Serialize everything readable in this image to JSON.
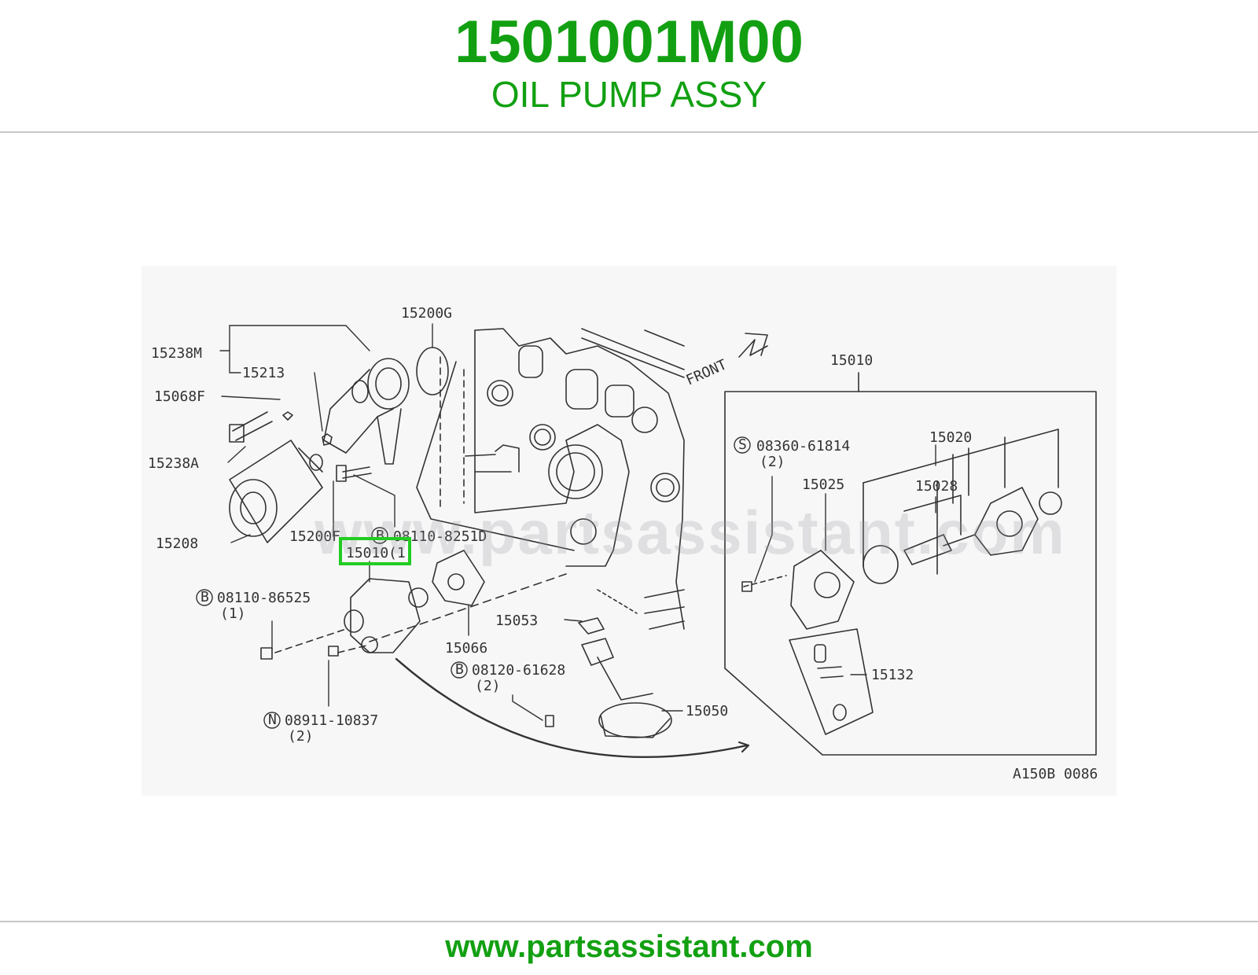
{
  "header": {
    "part_number": "1501001M00",
    "part_name": "OIL PUMP ASSY"
  },
  "diagram": {
    "watermark": "www.partsassistant.com",
    "direction_label": "FRONT",
    "drawing_code": "A150B 0086",
    "highlighted_callout": "15010",
    "callouts": {
      "c15200G": "15200G",
      "c15238M": "15238M",
      "c15213": "15213",
      "c15068F": "15068F",
      "c15238A": "15238A",
      "c15208": "15208",
      "c15200F": "15200F",
      "cB08110_8251D": "08110-8251D",
      "c15010_1": "15010",
      "c15010_1_qty": "(1)",
      "cB08110_86525": "08110-86525",
      "cB08110_86525_qty": "(1)",
      "c15066": "15066",
      "c15053": "15053",
      "cB08120_61628": "08120-61628",
      "cB08120_61628_qty": "(2)",
      "cN08911_10837": "08911-10837",
      "cN08911_10837_qty": "(2)",
      "c15050": "15050",
      "c15010_main": "15010",
      "cS08360_61814": "08360-61814",
      "cS08360_61814_qty": "(2)",
      "c15020": "15020",
      "c15025": "15025",
      "c15028": "15028",
      "c15132": "15132"
    },
    "badges": {
      "B": "B",
      "N": "N",
      "S": "S"
    }
  },
  "footer": {
    "url": "www.partsassistant.com"
  }
}
